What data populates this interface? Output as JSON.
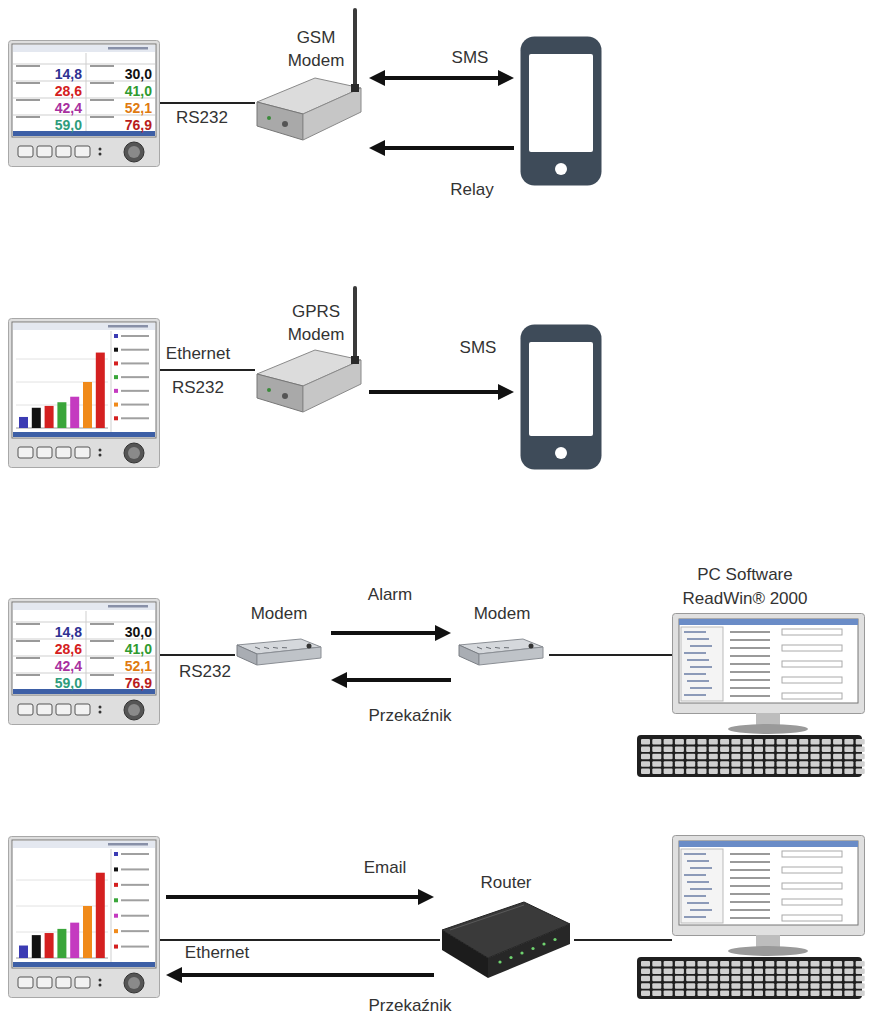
{
  "diagram": {
    "nodes": [
      {
        "text": [
          "14,8",
          "30,0",
          "28,6",
          "41,0",
          "42,4",
          "52,1",
          "59,0",
          "76,9"
        ]
      },
      {
        "text": [
          "GSM Modem"
        ]
      },
      {
        "text": []
      },
      {
        "text": []
      },
      {
        "text": [
          "GPRS Modem"
        ]
      },
      {
        "text": []
      },
      {
        "text": [
          "14,8",
          "30,0",
          "28,6",
          "41,0",
          "42,4",
          "52,1",
          "59,0",
          "76,9"
        ]
      },
      {
        "text": [
          "Modem"
        ]
      },
      {
        "text": [
          "Modem"
        ]
      },
      {
        "text": [
          "PC Software ReadWin® 2000"
        ]
      },
      {
        "text": []
      },
      {
        "text": [
          "Router"
        ]
      },
      {
        "text": []
      }
    ],
    "edges": [
      {
        "from": 0,
        "to": 1,
        "label": "RS232",
        "arrow": "none"
      },
      {
        "from": 1,
        "to": 2,
        "label": "SMS",
        "arrow": "both"
      },
      {
        "from": 2,
        "to": 1,
        "label": "Relay",
        "arrow": "to"
      },
      {
        "from": 3,
        "to": 4,
        "label": "Ethernet",
        "arrow": "none"
      },
      {
        "from": 4,
        "to": 5,
        "label": "SMS",
        "arrow": "to"
      },
      {
        "from": 6,
        "to": 7,
        "label": "RS232",
        "arrow": "none"
      },
      {
        "from": 7,
        "to": 8,
        "label": "Alarm",
        "arrow": "to"
      },
      {
        "from": 8,
        "to": 7,
        "label": "Przekaźnik",
        "arrow": "to"
      },
      {
        "from": 8,
        "to": 9,
        "arrow": "none"
      },
      {
        "from": 10,
        "to": 11,
        "label": "Ethernet",
        "arrow": "none"
      },
      {
        "from": 10,
        "to": 11,
        "label": "Email",
        "arrow": "to"
      },
      {
        "from": 11,
        "to": 10,
        "label": "Przekaźnik",
        "arrow": "to"
      },
      {
        "from": 11,
        "to": 12,
        "arrow": "none"
      }
    ],
    "labels": [
      "RS232"
    ]
  }
}
